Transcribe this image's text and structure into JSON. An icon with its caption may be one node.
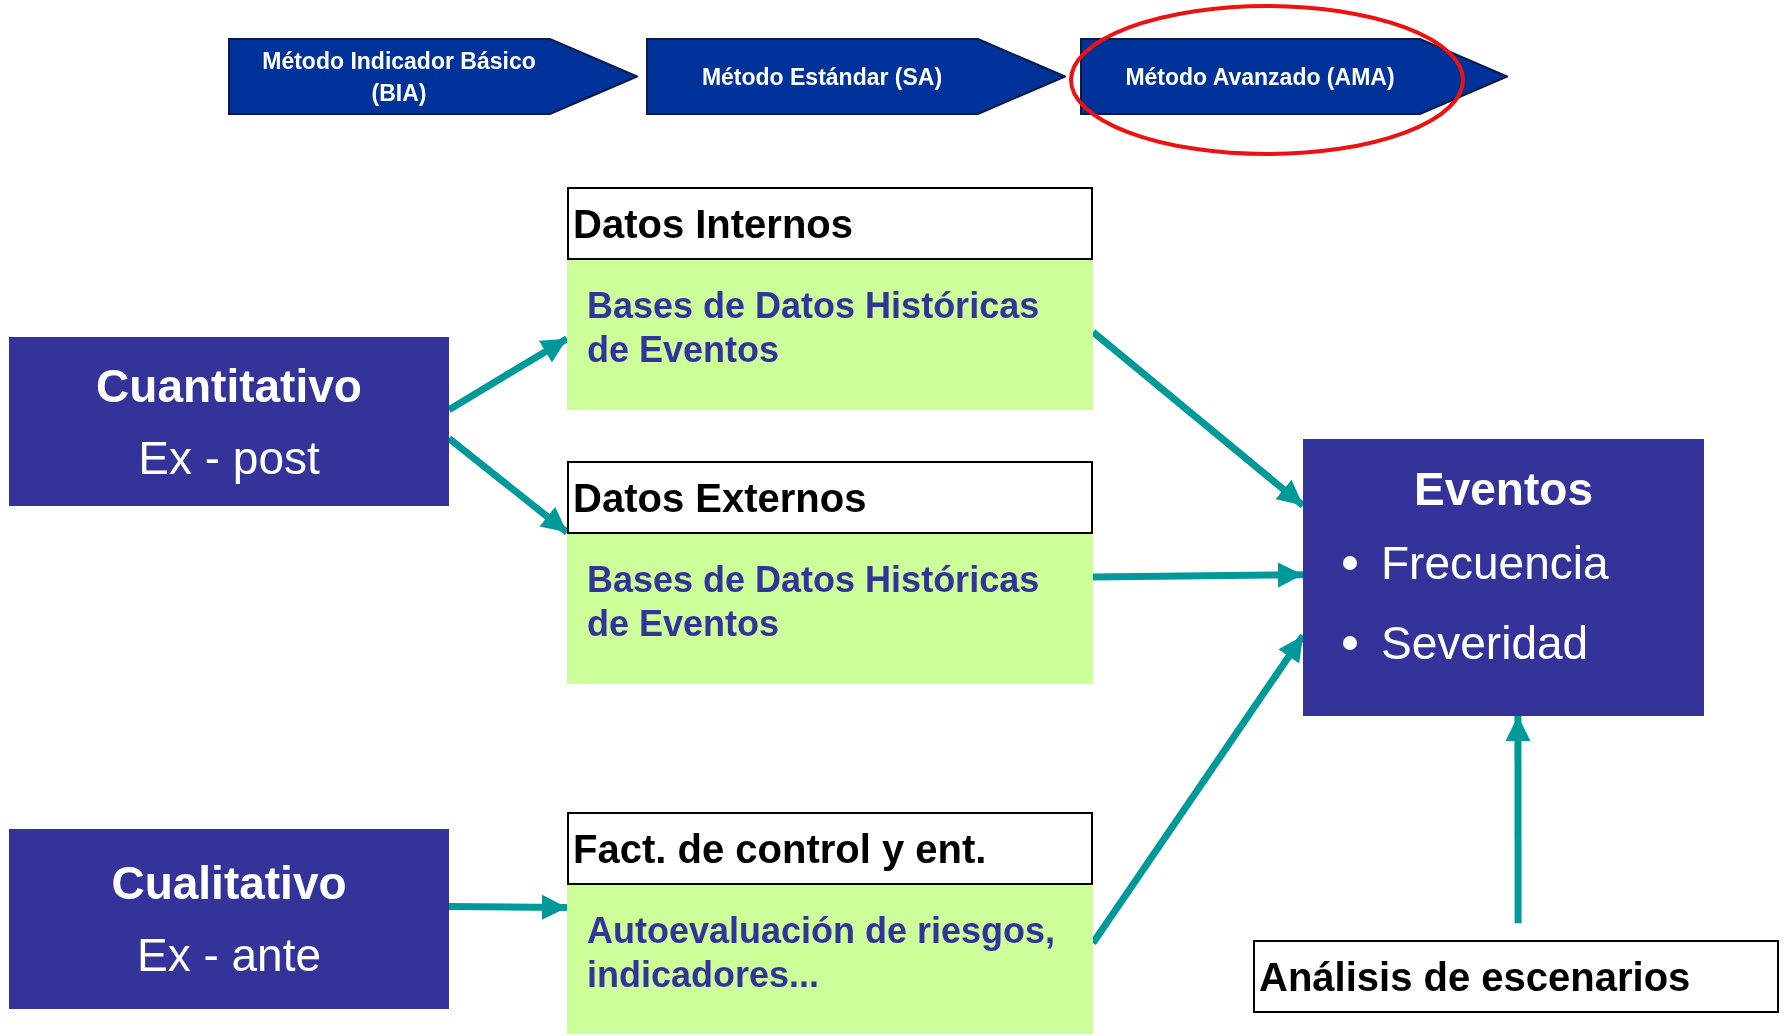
{
  "diagram": {
    "nodes": [
      {
        "text": [
          "Método Indicador Básico (BIA)"
        ]
      },
      {
        "text": [
          "Método Estándar (SA)"
        ]
      },
      {
        "text": [
          "Método Avanzado (AMA)"
        ]
      },
      {
        "text": [
          "Cuantitativo",
          "Ex - post"
        ]
      },
      {
        "text": [
          "Datos Internos",
          "Bases de Datos Históricas de Eventos"
        ]
      },
      {
        "text": [
          "Datos Externos",
          "Bases de Datos Históricas de Eventos"
        ]
      },
      {
        "text": [
          "Cualitativo",
          "Ex - ante"
        ]
      },
      {
        "text": [
          "Fact. de control y ent.",
          "Autoevaluación de riesgos, indicadores..."
        ]
      },
      {
        "text": [
          "Eventos",
          "Frecuencia",
          "Severidad"
        ]
      },
      {
        "text": [
          "Análisis de escenarios"
        ]
      }
    ],
    "edges": [
      {
        "from": 3,
        "to": 4,
        "arrow": "to"
      },
      {
        "from": 3,
        "to": 5,
        "arrow": "to"
      },
      {
        "from": 6,
        "to": 7,
        "arrow": "to"
      },
      {
        "from": 4,
        "to": 8,
        "arrow": "to"
      },
      {
        "from": 5,
        "to": 8,
        "arrow": "to"
      },
      {
        "from": 7,
        "to": 8,
        "arrow": "to"
      },
      {
        "from": 9,
        "to": 8,
        "arrow": "to"
      }
    ]
  }
}
